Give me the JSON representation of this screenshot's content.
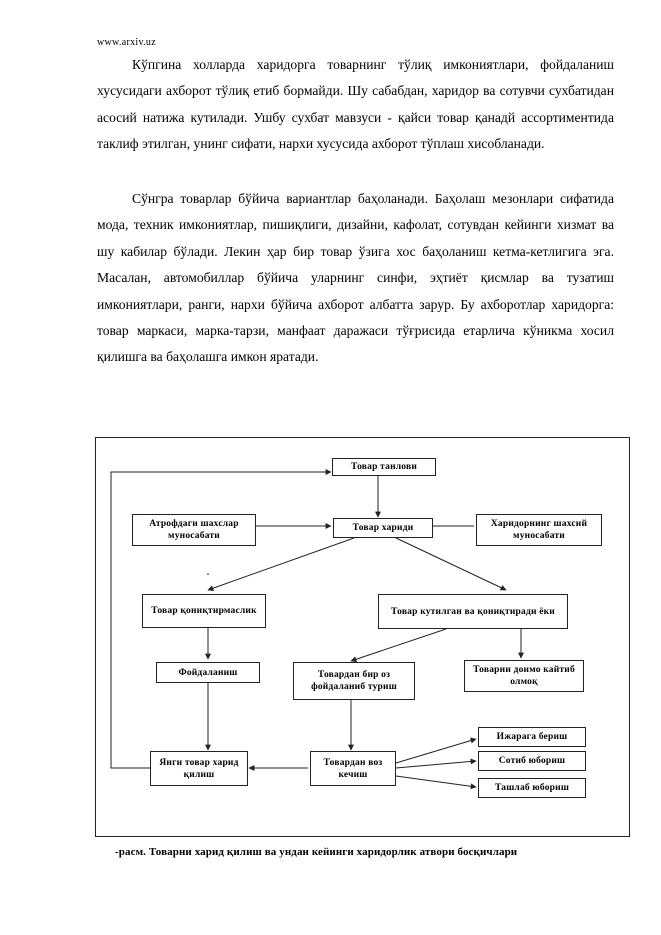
{
  "header": {
    "site": "www.arxiv.uz"
  },
  "paragraphs": [
    "Кўпгина холларда харидорга товарнинг тўлиқ имкониятлари, фойдаланиш хусусидаги ахборот тўлиқ етиб бормайди. Шу сабабдан, харидор ва сотувчи сухбатидан асосий натижа кутилади. Ушбу сухбат мавзуси - қайси товар қанадй ассортиментида таклиф этилган, унинг сифати, нархи хусусида ахборот тўплаш хисобланади.",
    "Сўнгра товарлар бўйича вариантлар баҳоланади. Баҳолаш мезонлари сифатида мода, техник имкониятлар, пишиқлиги, дизайни, кафолат, сотувдан кейинги хизмат ва шу кабилар бўлади. Лекин ҳар бир товар ўзига хос баҳоланиш кетма-кетлигига эга. Масалан, автомобиллар бўйича уларнинг синфи, эҳтиёт қисмлар ва тузатиш имкониятлари, ранги, нархи бўйича ахборот албатта зарур. Бу ахборотлар харидорга: товар маркаси, марка-тарзи, манфаат даражаси тўғрисида етарлича кўникма хосил қилишга ва баҳолашга имкон яратади."
  ],
  "diagram": {
    "boxes": {
      "tovar_tanlovi": "Товар танлови",
      "atrofdagi": "Атрофдаги шахслар муносабати",
      "tovar_haridi": "Товар хариди",
      "haridorning": "Харидорнинг шахсий муносабати",
      "tovar_qoniqmaslik": "Товар қониқтирмаслик",
      "tovar_kutilgan": "Товар кутилган ва қониқтиради ёки",
      "foydalanish": "Фойдаланиш",
      "tovardan_biroz": "Товардан бир оз фойдаланиб туриш",
      "tovarni_doimo": "Товарни доимо кайтиб олмоқ",
      "ijaraga": "Ижарага бериш",
      "sotib_yuborish": "Сотиб юбориш",
      "tashlab": "Ташлаб юбориш",
      "yangi_tovar": "Янги товар харид қилиш",
      "tovardan_voz": "Товардан воз кечиш"
    },
    "caption": "-расм. Товарни харид қилиш ва ундан кейинги харидорлик атвори босқичлари"
  }
}
